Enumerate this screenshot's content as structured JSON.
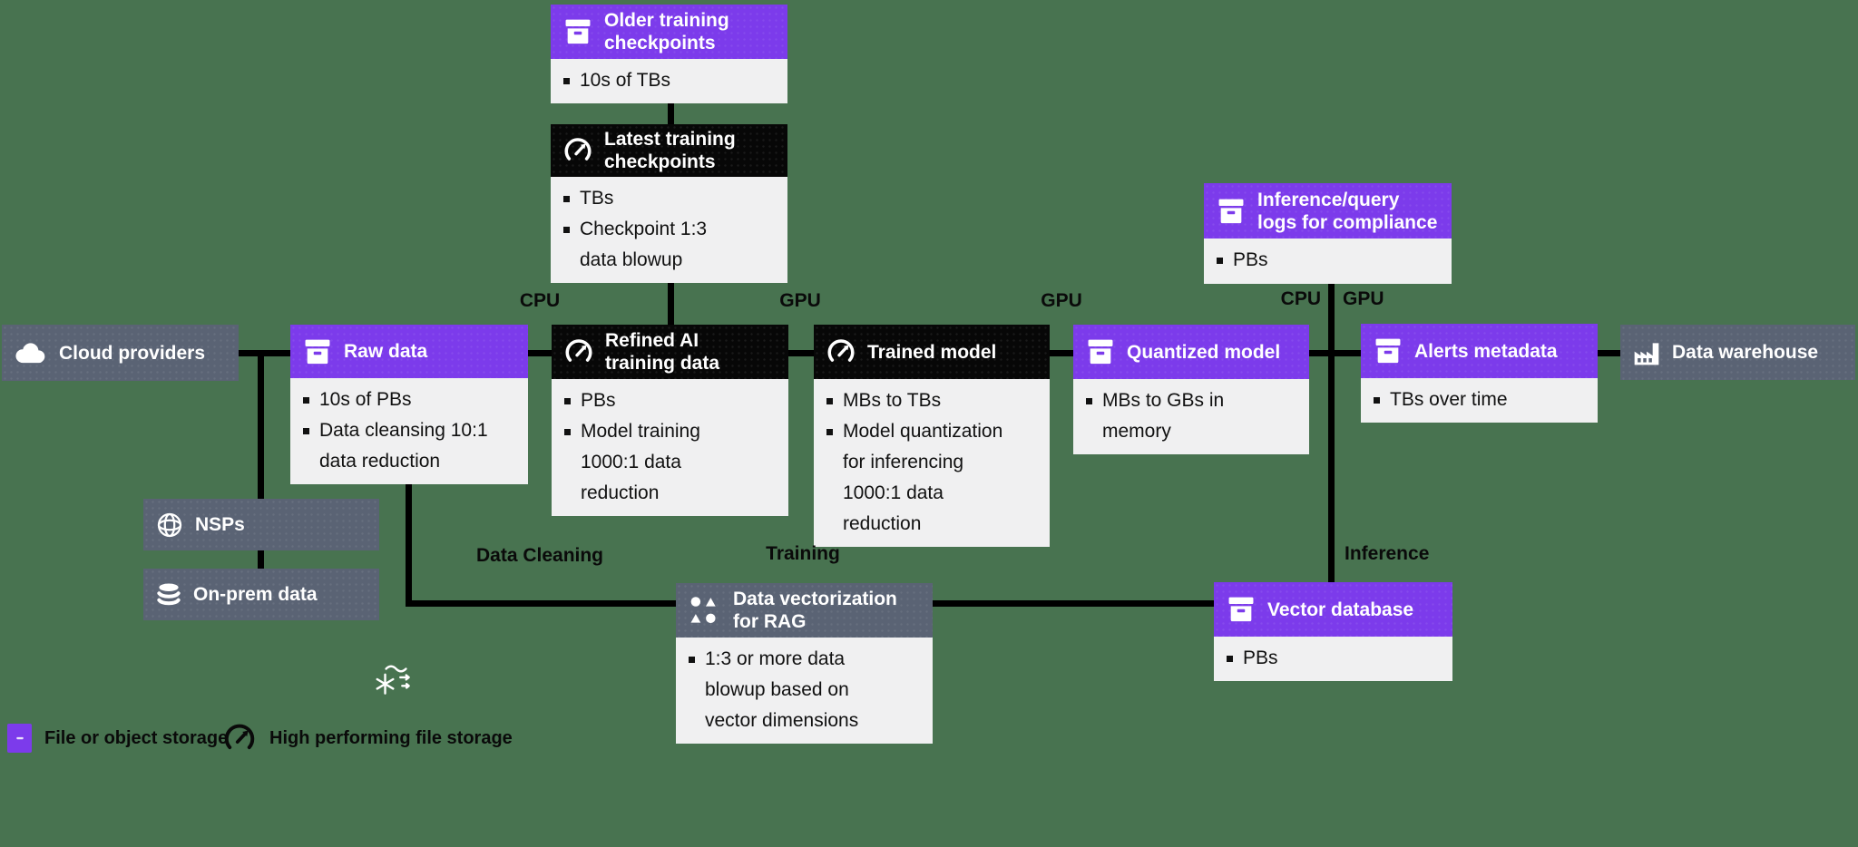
{
  "colors": {
    "background": "#487350",
    "purple_storage": "#7C3BEB",
    "black_storage": "#070707",
    "slate": "#5A6374",
    "body_background": "#F0F0F1",
    "connector": "#000000"
  },
  "nodes": {
    "cloud_providers": {
      "title": "Cloud providers",
      "icon": "cloud-icon"
    },
    "nsps": {
      "title": "NSPs",
      "icon": "globe-icon"
    },
    "on_prem_data": {
      "title": "On-prem data",
      "icon": "database-icon"
    },
    "raw_data": {
      "title": "Raw data",
      "icon": "archive-box-icon",
      "bullets": [
        "10s of PBs",
        "Data cleansing 10:1 data reduction"
      ]
    },
    "older_checkpoints": {
      "title": "Older training\ncheckpoints",
      "icon": "archive-box-icon",
      "bullets": [
        "10s of TBs"
      ]
    },
    "latest_checkpoints": {
      "title": "Latest training\ncheckpoints",
      "icon": "gauge-icon",
      "bullets": [
        "TBs",
        "Checkpoint 1:3 data blowup"
      ]
    },
    "refined_ai": {
      "title": "Refined AI\ntraining data",
      "icon": "gauge-icon",
      "bullets": [
        "PBs",
        "Model training 1000:1 data reduction"
      ]
    },
    "trained_model": {
      "title": "Trained model",
      "icon": "gauge-icon",
      "bullets": [
        "MBs to TBs",
        "Model quantization for inferencing 1000:1 data reduction"
      ]
    },
    "quantized_model": {
      "title": "Quantized model",
      "icon": "archive-box-icon",
      "bullets": [
        "MBs to GBs in memory"
      ]
    },
    "inference_logs": {
      "title": "Inference/query\nlogs for compliance",
      "icon": "archive-box-icon",
      "bullets": [
        "PBs"
      ]
    },
    "alerts_metadata": {
      "title": "Alerts metadata",
      "icon": "archive-box-icon",
      "bullets": [
        "TBs over time"
      ]
    },
    "data_warehouse": {
      "title": "Data warehouse",
      "icon": "factory-icon"
    },
    "data_vectorization": {
      "title": "Data vectorization\nfor RAG",
      "icon": "vector-shapes-icon",
      "bullets": [
        "1:3 or more data blowup based on vector dimensions"
      ]
    },
    "vector_database": {
      "title": "Vector database",
      "icon": "archive-box-icon",
      "bullets": [
        "PBs"
      ]
    }
  },
  "labels": {
    "cpu_ingest": "CPU",
    "gpu_training": "GPU",
    "gpu_quantize": "GPU",
    "cpu_inference": "CPU",
    "gpu_inference": "GPU",
    "data_cleaning": "Data Cleaning",
    "training": "Training",
    "inference": "Inference"
  },
  "legend": {
    "file_object_storage": "File or object storage",
    "high_performing_storage": "High performing file storage",
    "file_object_icon": "archive-box-icon",
    "high_performing_icon": "gauge-icon"
  },
  "decorations": {
    "snowflake_wind_icon": "snowflake-wind-icon"
  }
}
